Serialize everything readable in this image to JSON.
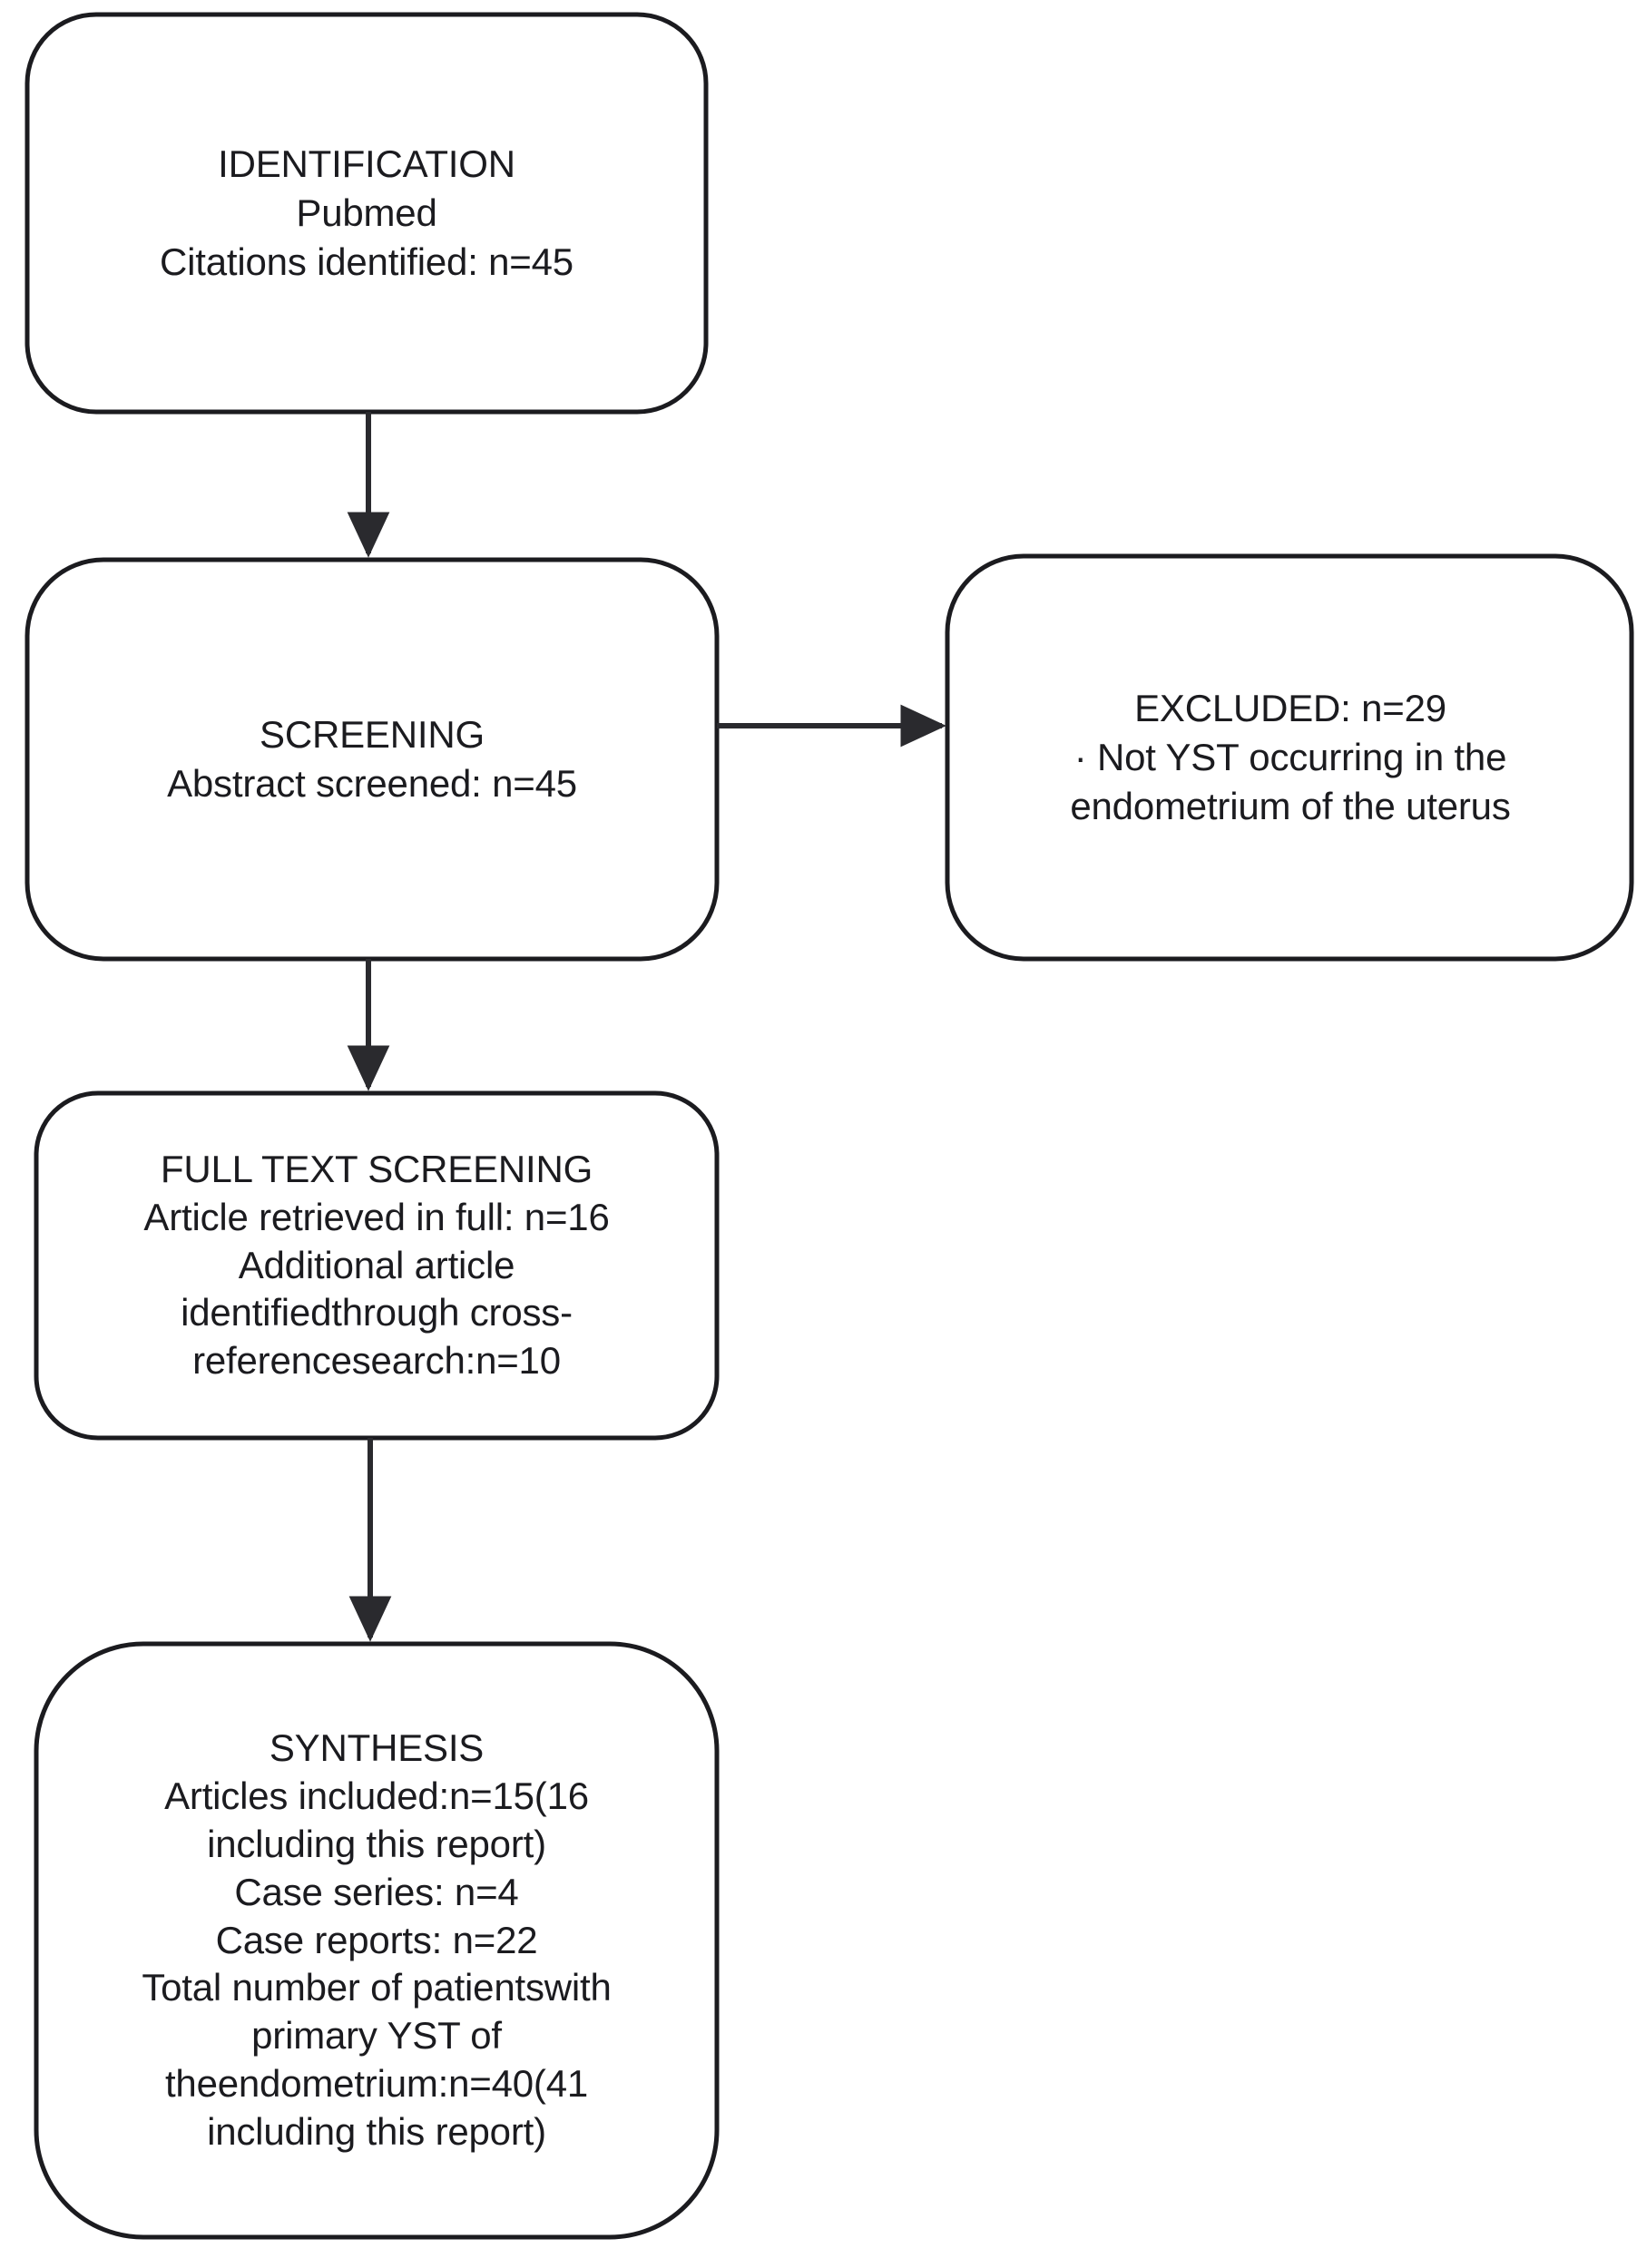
{
  "diagram": {
    "title": "PRISMA study selection flow diagram",
    "background_color": "#ffffff",
    "stroke_color": "#1b1b1f",
    "text_color": "#1b1b1f",
    "nodes": [
      {
        "id": "identification",
        "label": "IDENTIFICATION",
        "text": "IDENTIFICATION\nPubmed\nCitations identified:  n=45",
        "lines": [
          "IDENTIFICATION",
          "Pubmed",
          "Citations identified:  n=45"
        ],
        "count": 45
      },
      {
        "id": "screening",
        "label": "SCREENING",
        "text": "SCREENING\nAbstract screened:  n=45",
        "lines": [
          "SCREENING",
          "Abstract screened:  n=45"
        ],
        "count": 45
      },
      {
        "id": "excluded",
        "label": "EXCLUDED",
        "text": "EXCLUDED:  n=29\n· Not YST occurring in the\nendometrium of the uterus",
        "lines": [
          "EXCLUDED:  n=29",
          "· Not YST occurring in the",
          "endometrium of the uterus"
        ],
        "count": 29
      },
      {
        "id": "fulltext",
        "label": "FULL TEXT SCREENING",
        "text": "FULL TEXT SCREENING\nArticle retrieved in full: n=16\nAdditional article\nidentifiedthrough cross-\nreferencesearch:n=10",
        "lines": [
          "FULL TEXT SCREENING",
          "Article retrieved in full: n=16",
          "Additional article",
          "identifiedthrough cross-",
          "referencesearch:n=10"
        ],
        "counts": {
          "retrieved_full": 16,
          "cross_reference": 10
        }
      },
      {
        "id": "synthesis",
        "label": "SYNTHESIS",
        "text": "SYNTHESIS\nArticles included:n=15(16\nincluding this report)\nCase series: n=4\nCase reports: n=22\nTotal number of patientswith\nprimary YST of\ntheendometrium:n=40(41\nincluding this report)",
        "lines": [
          "SYNTHESIS",
          "Articles included:n=15(16",
          "including this report)",
          "Case series: n=4",
          "Case reports: n=22",
          "Total number of patientswith",
          "primary YST of",
          "theendometrium:n=40(41",
          "including this report)"
        ],
        "counts": {
          "articles_included": 15,
          "articles_including_report": 16,
          "case_series": 4,
          "case_reports": 22,
          "total_patients": 40,
          "total_patients_including_report": 41
        }
      }
    ],
    "connectors": [
      {
        "id": "identification-to-screening",
        "from": "identification",
        "to": "screening",
        "direction": "down"
      },
      {
        "id": "screening-to-excluded",
        "from": "screening",
        "to": "excluded",
        "direction": "right"
      },
      {
        "id": "screening-to-fulltext",
        "from": "screening",
        "to": "fulltext",
        "direction": "down"
      },
      {
        "id": "fulltext-to-synthesis",
        "from": "fulltext",
        "to": "synthesis",
        "direction": "down"
      }
    ]
  }
}
